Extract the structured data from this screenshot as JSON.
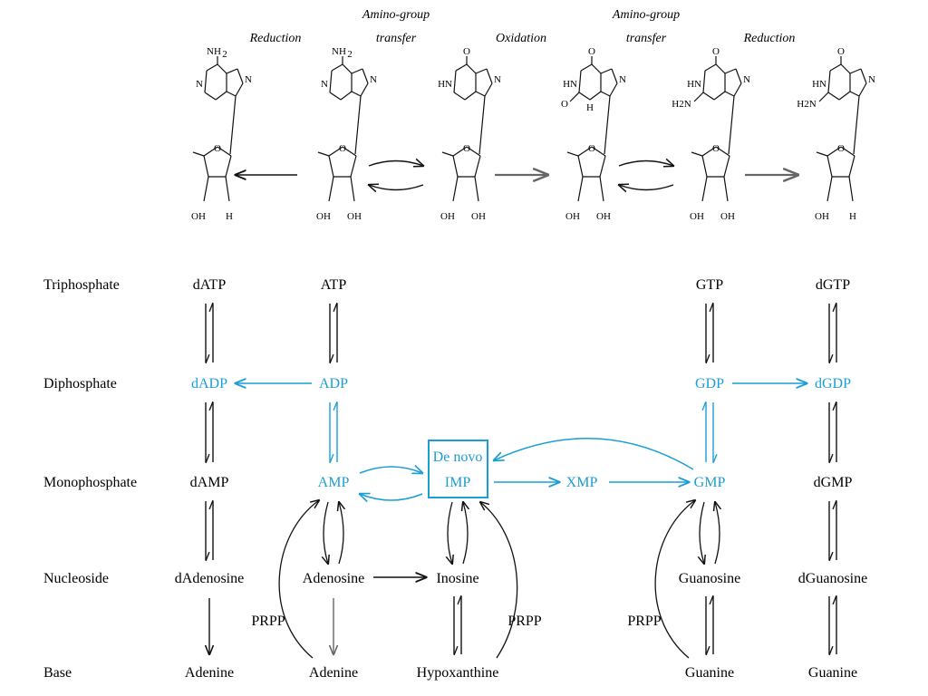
{
  "colors": {
    "highlight": "#1a9ed6",
    "ink": "#111111",
    "gray": "#666666"
  },
  "top": {
    "steps": [
      "Reduction",
      "Amino-group",
      "transfer",
      "Oxidation",
      "Amino-group",
      "transfer",
      "Reduction"
    ],
    "atoms": {
      "nh2": "NH",
      "h2n": "H",
      "two": "2",
      "n": "N",
      "o": "O",
      "h": "H",
      "oh": "OH",
      "hn": "HN",
      "h_": "H"
    }
  },
  "rows": [
    "Triphosphate",
    "Diphosphate",
    "Monophosphate",
    "Nucleoside",
    "Base"
  ],
  "nodes": {
    "datp": "dATP",
    "atp": "ATP",
    "gtp": "GTP",
    "dgtp": "dGTP",
    "dadp": "dADP",
    "adp": "ADP",
    "gdp": "GDP",
    "dgdp": "dGDP",
    "damp": "dAMP",
    "amp": "AMP",
    "imp_1": "De novo",
    "imp_2": "IMP",
    "xmp": "XMP",
    "gmp": "GMP",
    "dgmp": "dGMP",
    "dadenosine": "dAdenosine",
    "adenosine": "Adenosine",
    "inosine": "Inosine",
    "guanosine": "Guanosine",
    "dguanosine": "dGuanosine",
    "adenine_1": "Adenine",
    "adenine_2": "Adenine",
    "hypoxanthine": "Hypoxanthine",
    "guanine_1": "Guanine",
    "guanine_2": "Guanine",
    "prpp_1": "PRPP",
    "prpp_2": "PRPP",
    "prpp_3": "PRPP"
  }
}
